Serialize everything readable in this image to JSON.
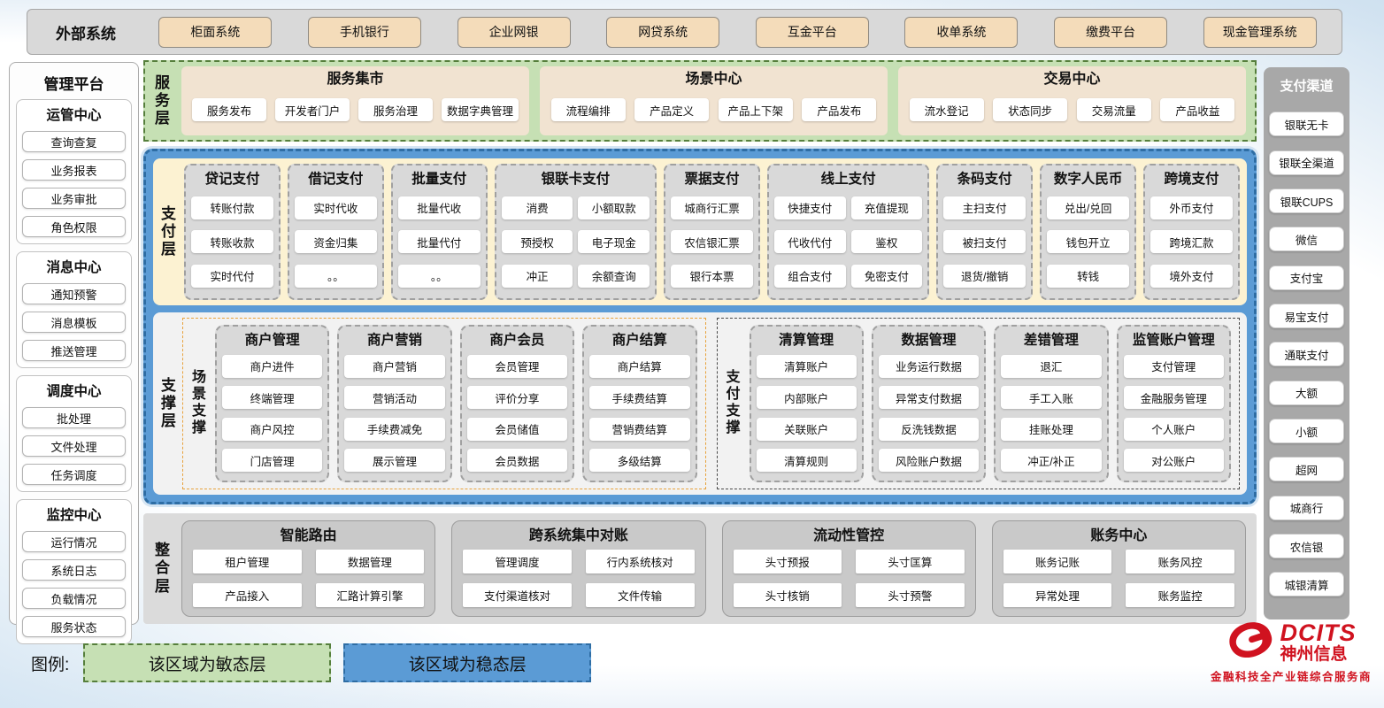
{
  "external_systems": {
    "label": "外部系统",
    "items": [
      "柜面系统",
      "手机银行",
      "企业网银",
      "网贷系统",
      "互金平台",
      "收单系统",
      "缴费平台",
      "现金管理系统"
    ]
  },
  "management_platform": {
    "title": "管理平台",
    "groups": [
      {
        "title": "运管中心",
        "items": [
          "查询查复",
          "业务报表",
          "业务审批",
          "角色权限"
        ]
      },
      {
        "title": "消息中心",
        "items": [
          "通知预警",
          "消息模板",
          "推送管理"
        ]
      },
      {
        "title": "调度中心",
        "items": [
          "批处理",
          "文件处理",
          "任务调度"
        ]
      },
      {
        "title": "监控中心",
        "items": [
          "运行情况",
          "系统日志",
          "负载情况",
          "服务状态"
        ]
      }
    ]
  },
  "service_layer": {
    "label": "服务层",
    "sections": [
      {
        "title": "服务集市",
        "items": [
          "服务发布",
          "开发者门户",
          "服务治理",
          "数据字典管理"
        ]
      },
      {
        "title": "场景中心",
        "items": [
          "流程编排",
          "产品定义",
          "产品上下架",
          "产品发布"
        ]
      },
      {
        "title": "交易中心",
        "items": [
          "流水登记",
          "状态同步",
          "交易流量",
          "产品收益"
        ]
      }
    ]
  },
  "payment_layer": {
    "label": "支付层",
    "columns": [
      {
        "title": "贷记支付",
        "cols": 1,
        "items": [
          "转账付款",
          "转账收款",
          "实时代付"
        ]
      },
      {
        "title": "借记支付",
        "cols": 1,
        "items": [
          "实时代收",
          "资金归集",
          "。。"
        ]
      },
      {
        "title": "批量支付",
        "cols": 1,
        "items": [
          "批量代收",
          "批量代付",
          "。。"
        ]
      },
      {
        "title": "银联卡支付",
        "cols": 2,
        "items": [
          "消费",
          "小额取款",
          "预授权",
          "电子现金",
          "冲正",
          "余额查询"
        ]
      },
      {
        "title": "票据支付",
        "cols": 1,
        "items": [
          "城商行汇票",
          "农信银汇票",
          "银行本票"
        ]
      },
      {
        "title": "线上支付",
        "cols": 2,
        "items": [
          "快捷支付",
          "充值提现",
          "代收代付",
          "鉴权",
          "组合支付",
          "免密支付"
        ]
      },
      {
        "title": "条码支付",
        "cols": 1,
        "items": [
          "主扫支付",
          "被扫支付",
          "退货/撤销"
        ]
      },
      {
        "title": "数字人民币",
        "cols": 1,
        "items": [
          "兑出/兑回",
          "钱包开立",
          "转钱"
        ]
      },
      {
        "title": "跨境支付",
        "cols": 1,
        "items": [
          "外币支付",
          "跨境汇款",
          "境外支付"
        ]
      }
    ]
  },
  "support_layer": {
    "label": "支撑层",
    "groups": [
      {
        "label": "场景支撑",
        "accent": "#e8a23c",
        "columns": [
          {
            "title": "商户管理",
            "items": [
              "商户进件",
              "终端管理",
              "商户风控",
              "门店管理"
            ]
          },
          {
            "title": "商户营销",
            "items": [
              "商户营销",
              "营销活动",
              "手续费减免",
              "展示管理"
            ]
          },
          {
            "title": "商户会员",
            "items": [
              "会员管理",
              "评价分享",
              "会员储值",
              "会员数据"
            ]
          },
          {
            "title": "商户结算",
            "items": [
              "商户结算",
              "手续费结算",
              "营销费结算",
              "多级结算"
            ]
          }
        ]
      },
      {
        "label": "支付支撑",
        "accent": "#4a4a4a",
        "columns": [
          {
            "title": "清算管理",
            "items": [
              "清算账户",
              "内部账户",
              "关联账户",
              "清算规则"
            ]
          },
          {
            "title": "数据管理",
            "items": [
              "业务运行数据",
              "异常支付数据",
              "反洗钱数据",
              "风险账户数据"
            ]
          },
          {
            "title": "差错管理",
            "items": [
              "退汇",
              "手工入账",
              "挂账处理",
              "冲正/补正"
            ]
          },
          {
            "title": "监管账户管理",
            "items": [
              "支付管理",
              "金融服务管理",
              "个人账户",
              "对公账户"
            ]
          }
        ]
      }
    ]
  },
  "integration_layer": {
    "label": "整合层",
    "sections": [
      {
        "title": "智能路由",
        "items": [
          "租户管理",
          "数据管理",
          "产品接入",
          "汇路计算引擎"
        ]
      },
      {
        "title": "跨系统集中对账",
        "items": [
          "管理调度",
          "行内系统核对",
          "支付渠道核对",
          "文件传输"
        ]
      },
      {
        "title": "流动性管控",
        "items": [
          "头寸预报",
          "头寸匡算",
          "头寸核销",
          "头寸预警"
        ]
      },
      {
        "title": "账务中心",
        "items": [
          "账务记账",
          "账务风控",
          "异常处理",
          "账务监控"
        ]
      }
    ]
  },
  "payment_channels": {
    "title": "支付渠道",
    "items": [
      "银联无卡",
      "银联全渠道",
      "银联CUPS",
      "微信",
      "支付宝",
      "易宝支付",
      "通联支付",
      "大额",
      "小额",
      "超网",
      "城商行",
      "农信银",
      "城银清算"
    ]
  },
  "legend": {
    "label": "图例:",
    "items": [
      {
        "text": "该区域为敏态层",
        "fill": "#c6e0b4",
        "border": "#567f3c"
      },
      {
        "text": "该区域为稳态层",
        "fill": "#5b9bd5",
        "border": "#2e6da4"
      }
    ]
  },
  "logo": {
    "brand": "DCITS",
    "company": "神州信息",
    "tagline": "金融科技全产业链综合服务商",
    "color": "#d0121f"
  },
  "colors": {
    "stable_blue": "#5b9bd5",
    "stable_blue_border": "#2e6da4",
    "agile_green": "#c6e0b4",
    "agile_green_border": "#567f3c",
    "payment_cream": "#fcf2d2",
    "tan_button": "#f4dcba",
    "column_gray": "#d9d9d9"
  }
}
